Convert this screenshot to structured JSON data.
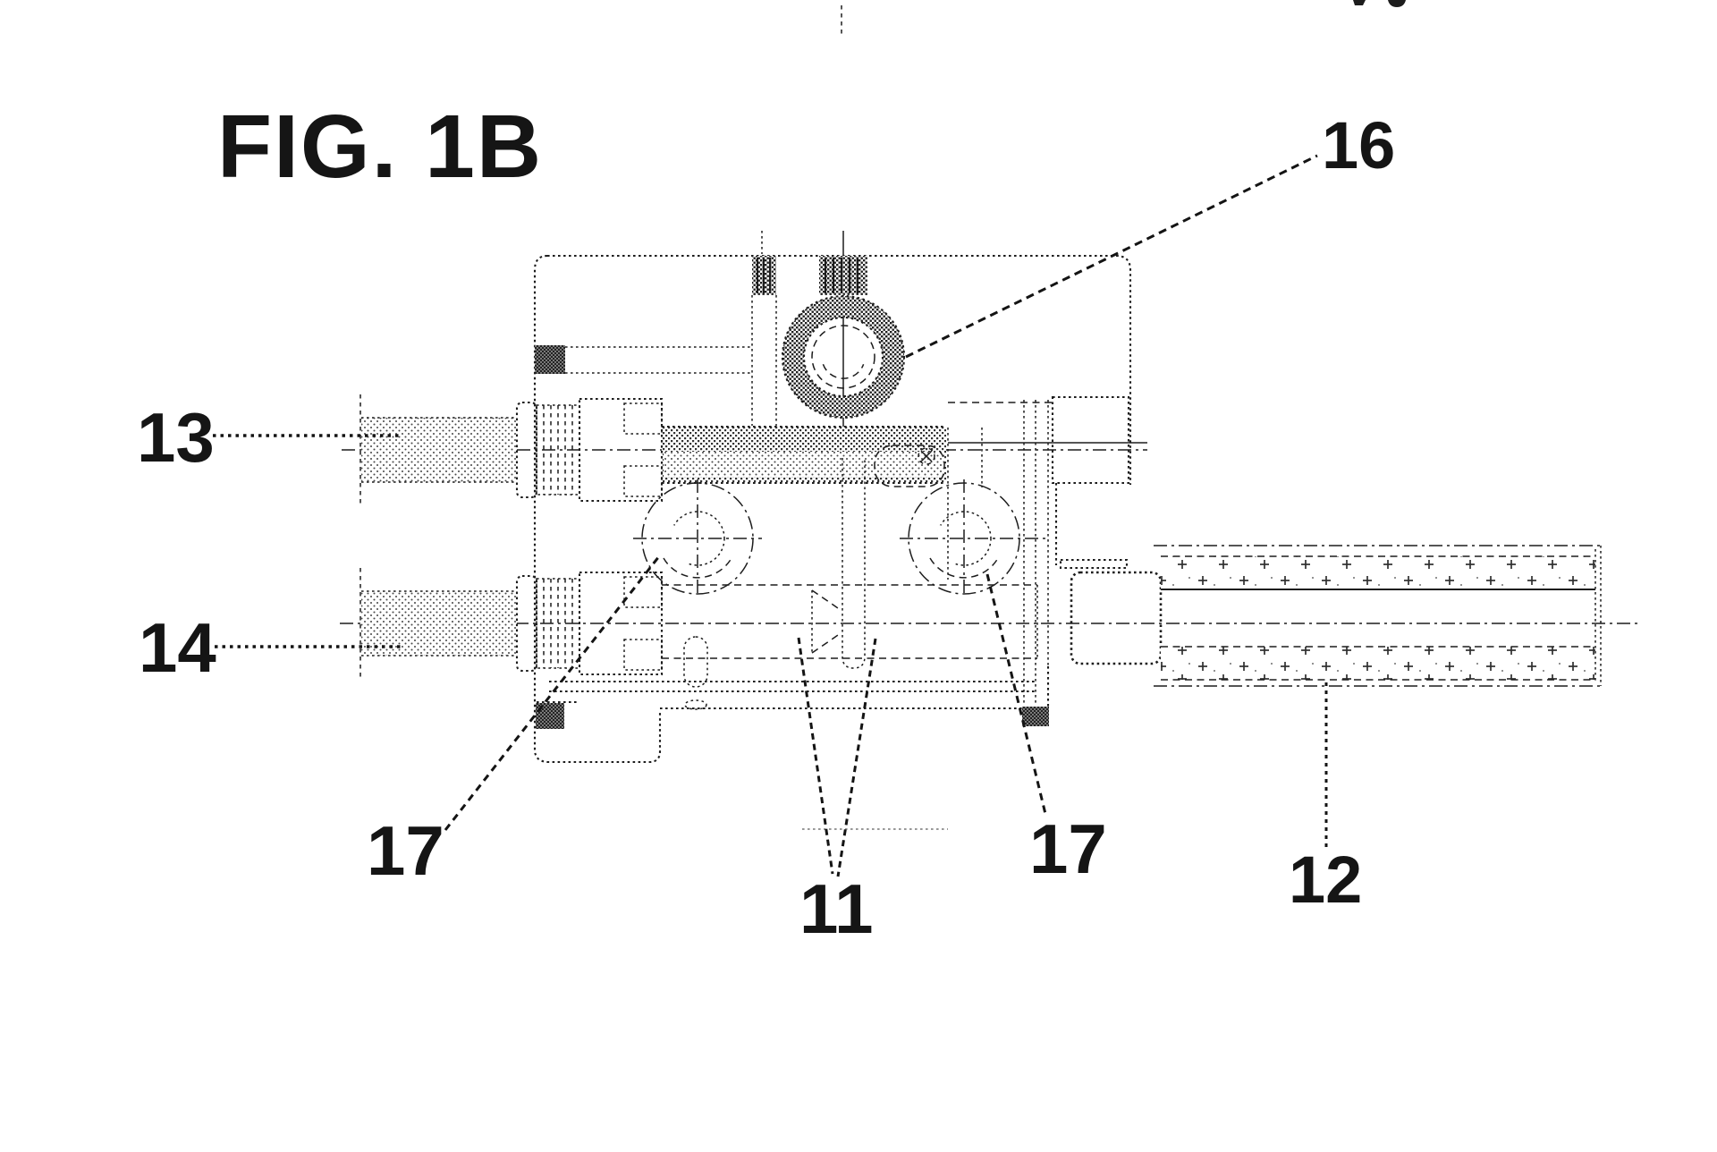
{
  "figure": {
    "title": "FIG. 1B",
    "type": "patent-cross-section-drawing",
    "labels": {
      "ref16": "16",
      "ref13": "13",
      "ref14": "14",
      "ref17a": "17",
      "ref17b": "17",
      "ref11": "11",
      "ref12": "12"
    },
    "colors": {
      "ink": "#1d1d1d",
      "label_ink": "#151515",
      "background": "#ffffff"
    }
  }
}
